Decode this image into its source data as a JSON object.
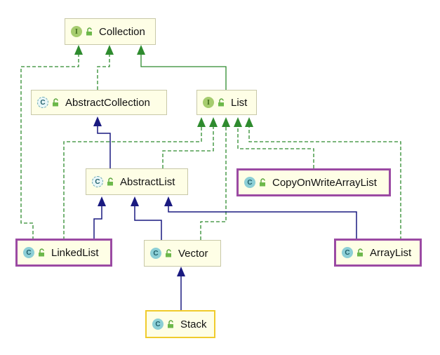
{
  "nodes": {
    "collection": {
      "label": "Collection",
      "kind": "I"
    },
    "list": {
      "label": "List",
      "kind": "I"
    },
    "abstract_collection": {
      "label": "AbstractCollection",
      "kind": "C"
    },
    "abstract_list": {
      "label": "AbstractList",
      "kind": "C"
    },
    "copy_on_write": {
      "label": "CopyOnWriteArrayList",
      "kind": "C"
    },
    "linked_list": {
      "label": "LinkedList",
      "kind": "C"
    },
    "vector": {
      "label": "Vector",
      "kind": "C"
    },
    "array_list": {
      "label": "ArrayList",
      "kind": "C"
    },
    "stack": {
      "label": "Stack",
      "kind": "C"
    }
  },
  "relations": [
    {
      "from": "AbstractCollection",
      "to": "Collection",
      "type": "implements"
    },
    {
      "from": "List",
      "to": "Collection",
      "type": "extends"
    },
    {
      "from": "LinkedList",
      "to": "Collection",
      "type": "implements"
    },
    {
      "from": "AbstractList",
      "to": "AbstractCollection",
      "type": "extends"
    },
    {
      "from": "LinkedList",
      "to": "List",
      "type": "implements"
    },
    {
      "from": "AbstractList",
      "to": "List",
      "type": "implements"
    },
    {
      "from": "Vector",
      "to": "List",
      "type": "implements"
    },
    {
      "from": "CopyOnWriteArrayList",
      "to": "List",
      "type": "implements"
    },
    {
      "from": "ArrayList",
      "to": "List",
      "type": "implements"
    },
    {
      "from": "LinkedList",
      "to": "AbstractList",
      "type": "extends"
    },
    {
      "from": "Vector",
      "to": "AbstractList",
      "type": "extends"
    },
    {
      "from": "ArrayList",
      "to": "AbstractList",
      "type": "extends"
    },
    {
      "from": "Stack",
      "to": "Vector",
      "type": "extends"
    }
  ],
  "colors": {
    "implements_line": "#2e8b2e",
    "extends_line": "#1a1a80",
    "node_fill": "#fefee6",
    "highlight_purple": "#9b4aa3",
    "highlight_gold": "#f0cb2c"
  }
}
